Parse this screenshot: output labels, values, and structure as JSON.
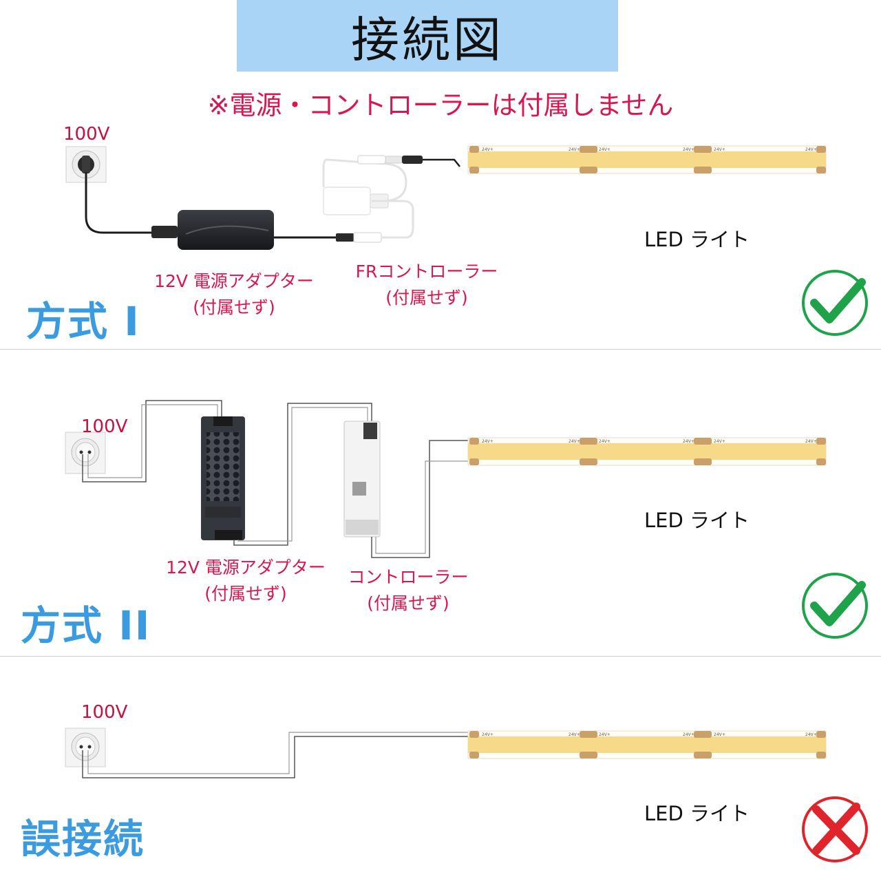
{
  "title": "接続図",
  "notice": "※電源・コントローラーは付属しません",
  "sections": [
    {
      "voltage": "100V",
      "adapter_label": "12V 電源アダプター",
      "adapter_note": "(付属せず)",
      "controller_label": "FRコントローラー",
      "controller_note": "(付属せず)",
      "led_label": "LED ライト",
      "method": "方式 I",
      "status": "ok"
    },
    {
      "voltage": "100V",
      "adapter_label": "12V 電源アダプター",
      "adapter_note": "(付属せず)",
      "controller_label": "コントローラー",
      "controller_note": "(付属せず)",
      "led_label": "LED ライト",
      "method": "方式 II",
      "status": "ok"
    },
    {
      "voltage": "100V",
      "led_label": "LED ライト",
      "method": "誤接続",
      "status": "ng"
    }
  ],
  "strip_marking": "24V+",
  "colors": {
    "banner": "#a9d4f5",
    "accent_pink": "#d8164f",
    "method_blue": "#3a9be0",
    "ok_green": "#1fa34a",
    "ng_red": "#e0242c",
    "led_yellow": "#f7d98a"
  },
  "icons": {
    "ok": "check-circle-icon",
    "ng": "cross-circle-icon"
  }
}
